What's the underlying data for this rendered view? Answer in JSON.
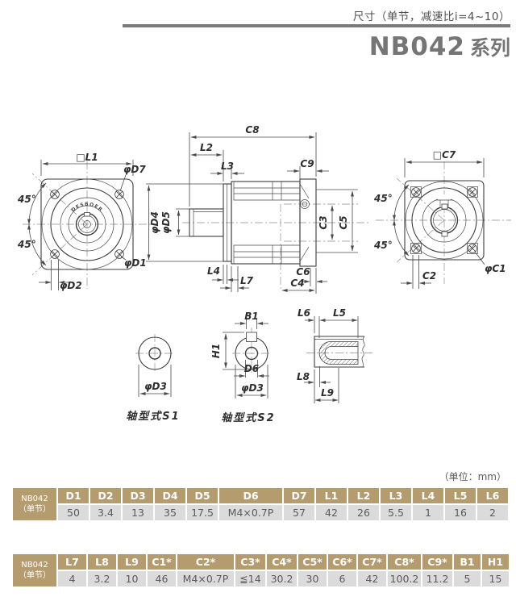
{
  "header": {
    "subtitle": "尺寸（单节，减速比i=4~10）",
    "title_model": "NB042",
    "title_suffix": "系列"
  },
  "unit_note": "（单位：mm）",
  "drawing": {
    "brand": "DESBOER",
    "labels": {
      "sq_l1": "□L1",
      "d7": "φD7",
      "d1": "φD1",
      "d2": "φD2",
      "deg45": "45°",
      "c8": "C8",
      "l2": "L2",
      "l3": "L3",
      "c9": "C9",
      "d4": "φD4",
      "d5": "φD5",
      "c3": "C3",
      "c5": "C5",
      "l4": "L4",
      "l7": "L7",
      "c6": "C6",
      "c4": "C4",
      "sq_c7": "□C7",
      "c1": "φC1",
      "c2": "C2",
      "d3": "φD3",
      "d6": "D6",
      "b1": "B1",
      "h1": "H1",
      "l5": "L5",
      "l6": "L6",
      "l8": "L8",
      "l9": "L9",
      "s1": "轴型式S1",
      "s2": "轴型式S2"
    }
  },
  "table1": {
    "row_header_line1": "NB042",
    "row_header_line2": "（单节）",
    "columns": [
      "D1",
      "D2",
      "D3",
      "D4",
      "D5",
      "D6",
      "D7",
      "L1",
      "L2",
      "L3",
      "L4",
      "L5",
      "L6"
    ],
    "values": [
      "50",
      "3.4",
      "13",
      "35",
      "17.5",
      "M4×0.7P",
      "57",
      "42",
      "26",
      "5.5",
      "1",
      "16",
      "2"
    ]
  },
  "table2": {
    "row_header_line1": "NB042",
    "row_header_line2": "（单节）",
    "columns": [
      "L7",
      "L8",
      "L9",
      "C1*",
      "C2*",
      "C3*",
      "C4*",
      "C5*",
      "C6*",
      "C7*",
      "C8*",
      "C9*",
      "B1",
      "H1"
    ],
    "values": [
      "4",
      "3.2",
      "10",
      "46",
      "M4×0.7P",
      "≦14",
      "30.2",
      "30",
      "6",
      "42",
      "100.2",
      "11.2",
      "5",
      "15"
    ]
  },
  "colors": {
    "table_header_bg": "#b49c6f",
    "table_cell_bg": "#dbdbdb",
    "rule": "#7a7a7a",
    "title_text": "#757575"
  }
}
